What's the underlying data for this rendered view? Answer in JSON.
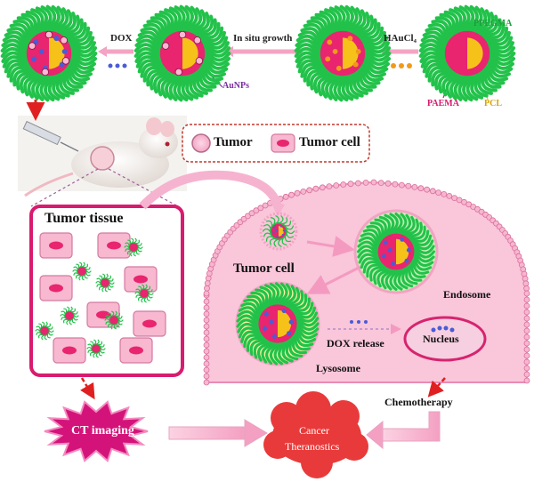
{
  "labels": {
    "dox": "DOX",
    "in_situ_growth": "In situ growth",
    "haucl4": "HAuCl₄",
    "ppegma": "PPEGMA",
    "paema": "PAEMA",
    "pcl": "PCL",
    "aunps": "AuNPs",
    "tumor": "Tumor",
    "tumor_cell_legend": "Tumor cell",
    "tumor_tissue": "Tumor tissue",
    "tumor_cell": "Tumor cell",
    "endosome": "Endosome",
    "lysosome": "Lysosome",
    "dox_release": "DOX release",
    "nucleus": "Nucleus",
    "ct_imaging": "CT imaging",
    "chemotherapy": "Chemotherapy",
    "cancer": "Cancer",
    "theranostics": "Theranostics"
  },
  "colors": {
    "brush_green": "#22c24a",
    "core_yellow": "#f6c21a",
    "shell_magenta": "#e8256e",
    "pink_cell": "#f7b8d0",
    "tissue_border": "#d81b6f",
    "arrow_red": "#e02020",
    "dox_blue": "#4a5cd6",
    "cloud_red": "#e83a3a",
    "burst_magenta": "#d4137a"
  }
}
